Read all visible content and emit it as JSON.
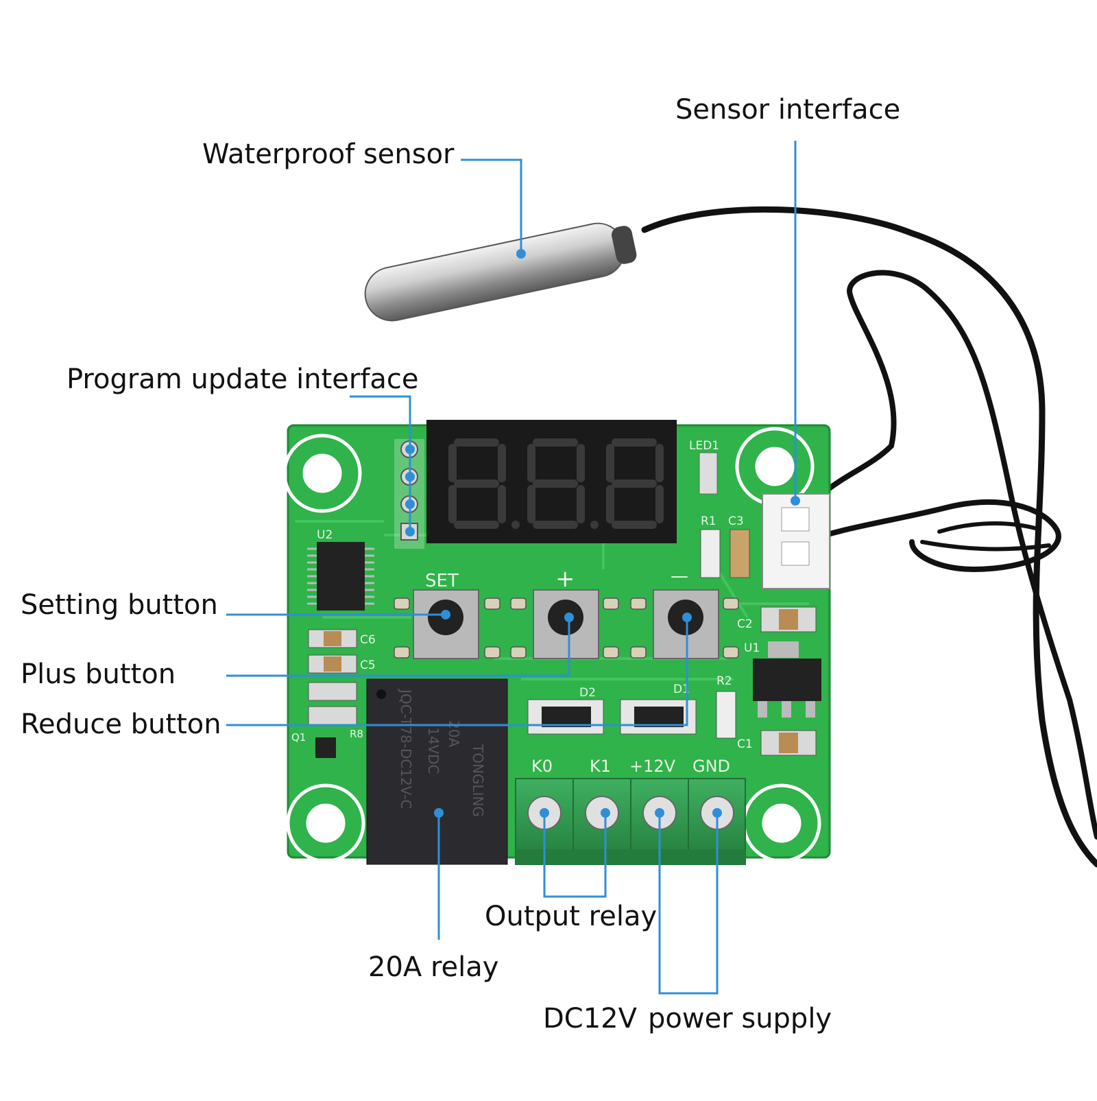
{
  "labels": {
    "sensor_interface": "Sensor interface",
    "waterproof_sensor": "Waterproof sensor",
    "program_update_interface": "Program update interface",
    "setting_button": "Setting button",
    "plus_button": "Plus button",
    "reduce_button": "Reduce button",
    "output_relay": "Output relay",
    "relay_20a": "20A relay",
    "dc12v": "DC12V",
    "power_supply": "power supply"
  },
  "board": {
    "set": "SET",
    "plus": "+",
    "minus": "—",
    "led1": "LED1",
    "r1": "R1",
    "r2": "R2",
    "c1": "C1",
    "c2": "C2",
    "c3": "C3",
    "c5": "C5",
    "c6": "C6",
    "u1": "U1",
    "u2": "U2",
    "q1": "Q1",
    "r8": "R8",
    "d1": "D1",
    "d2": "D2",
    "k0": "K0",
    "k1": "K1",
    "v12": "+12V",
    "gnd": "GND",
    "relay_brand": "TONGLING",
    "relay_line1": "20A",
    "relay_line2": "14VDC",
    "relay_line3": "JQC-T78-DC12V-C"
  },
  "colors": {
    "pcb": "#2fb34a",
    "pcb_dark": "#1f8a35",
    "leader": "#2e8fd8",
    "display": "#1a1a1a",
    "terminal": "#2f9a4c",
    "relay": "#2b2b2f"
  }
}
